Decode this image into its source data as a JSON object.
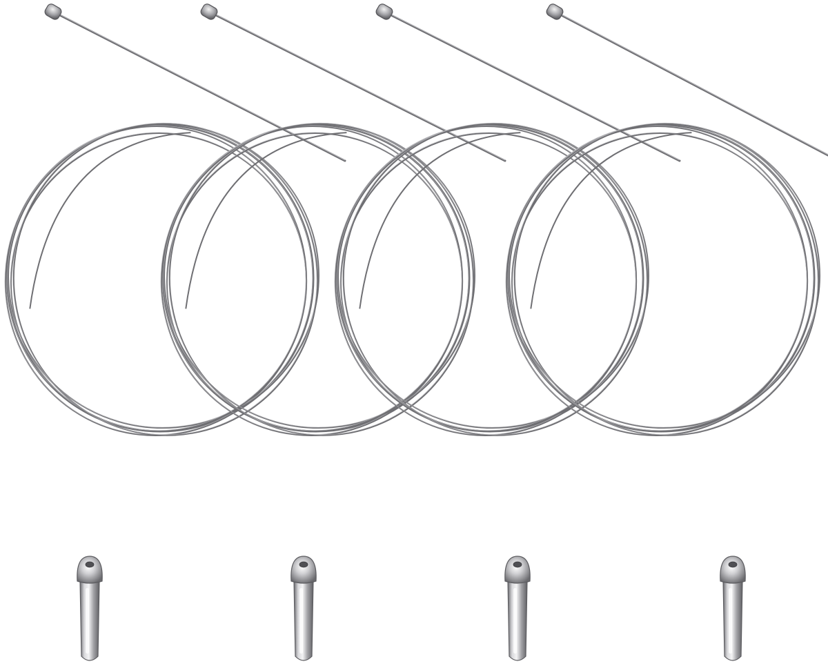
{
  "image": {
    "subject": "brake-cable-set",
    "background_color": "#ffffff",
    "cable_color": "#6f6f73",
    "cable_highlight_color": "#b8b8bc",
    "end_cap_color": "#9a9a9e",
    "cable_count": 4,
    "end_cap_count": 4
  }
}
